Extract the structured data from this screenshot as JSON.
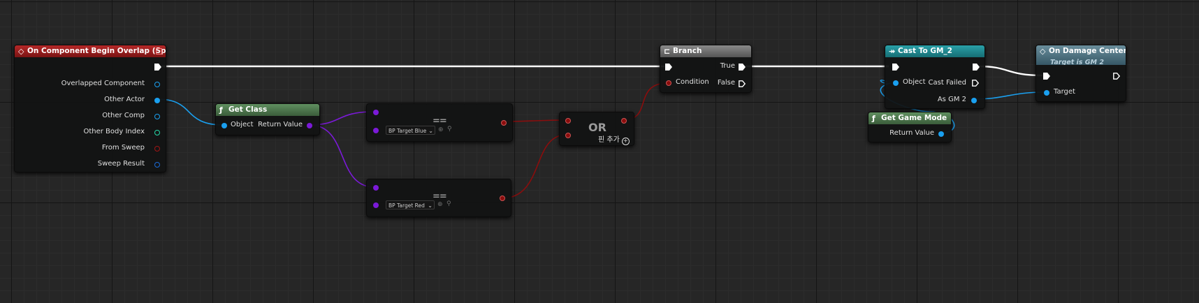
{
  "colors": {
    "event_header": "#9a1f1f",
    "function_header": "#4c7a4c",
    "branch_header": "#6f6f6f",
    "cast_header": "#1e7c82",
    "message_header": "#49717f",
    "exec_wire": "#ffffff",
    "object_pin": "#1aa0f0",
    "class_pin": "#7b1ad8",
    "bool_pin": "#8a0d0d",
    "int_pin": "#25d9a8"
  },
  "event_node": {
    "title": "On Component Begin Overlap (Sphere)",
    "icon": "event-diamond-icon",
    "outputs": [
      "Overlapped Component",
      "Other Actor",
      "Other Comp",
      "Other Body Index",
      "From Sweep",
      "Sweep Result"
    ]
  },
  "get_class_node": {
    "title": "Get Class",
    "icon": "function-icon",
    "input": "Object",
    "output": "Return Value"
  },
  "equal_node_1": {
    "symbol": "==",
    "dropdown": "BP Target Blue"
  },
  "equal_node_2": {
    "symbol": "==",
    "dropdown": "BP Target Red"
  },
  "or_node": {
    "symbol": "OR",
    "add_pin": "핀 추가"
  },
  "branch_node": {
    "title": "Branch",
    "icon": "branch-icon",
    "input": "Condition",
    "true_label": "True",
    "false_label": "False"
  },
  "cast_node": {
    "title": "Cast To GM_2",
    "icon": "cast-icon",
    "input": "Object",
    "cast_failed": "Cast Failed",
    "as_label": "As GM 2"
  },
  "get_game_mode_node": {
    "title": "Get Game Mode",
    "icon": "function-icon",
    "output": "Return Value"
  },
  "damage_node": {
    "title": "On Damage Center",
    "subtitle": "Target is GM 2",
    "icon": "message-icon",
    "input": "Target"
  }
}
